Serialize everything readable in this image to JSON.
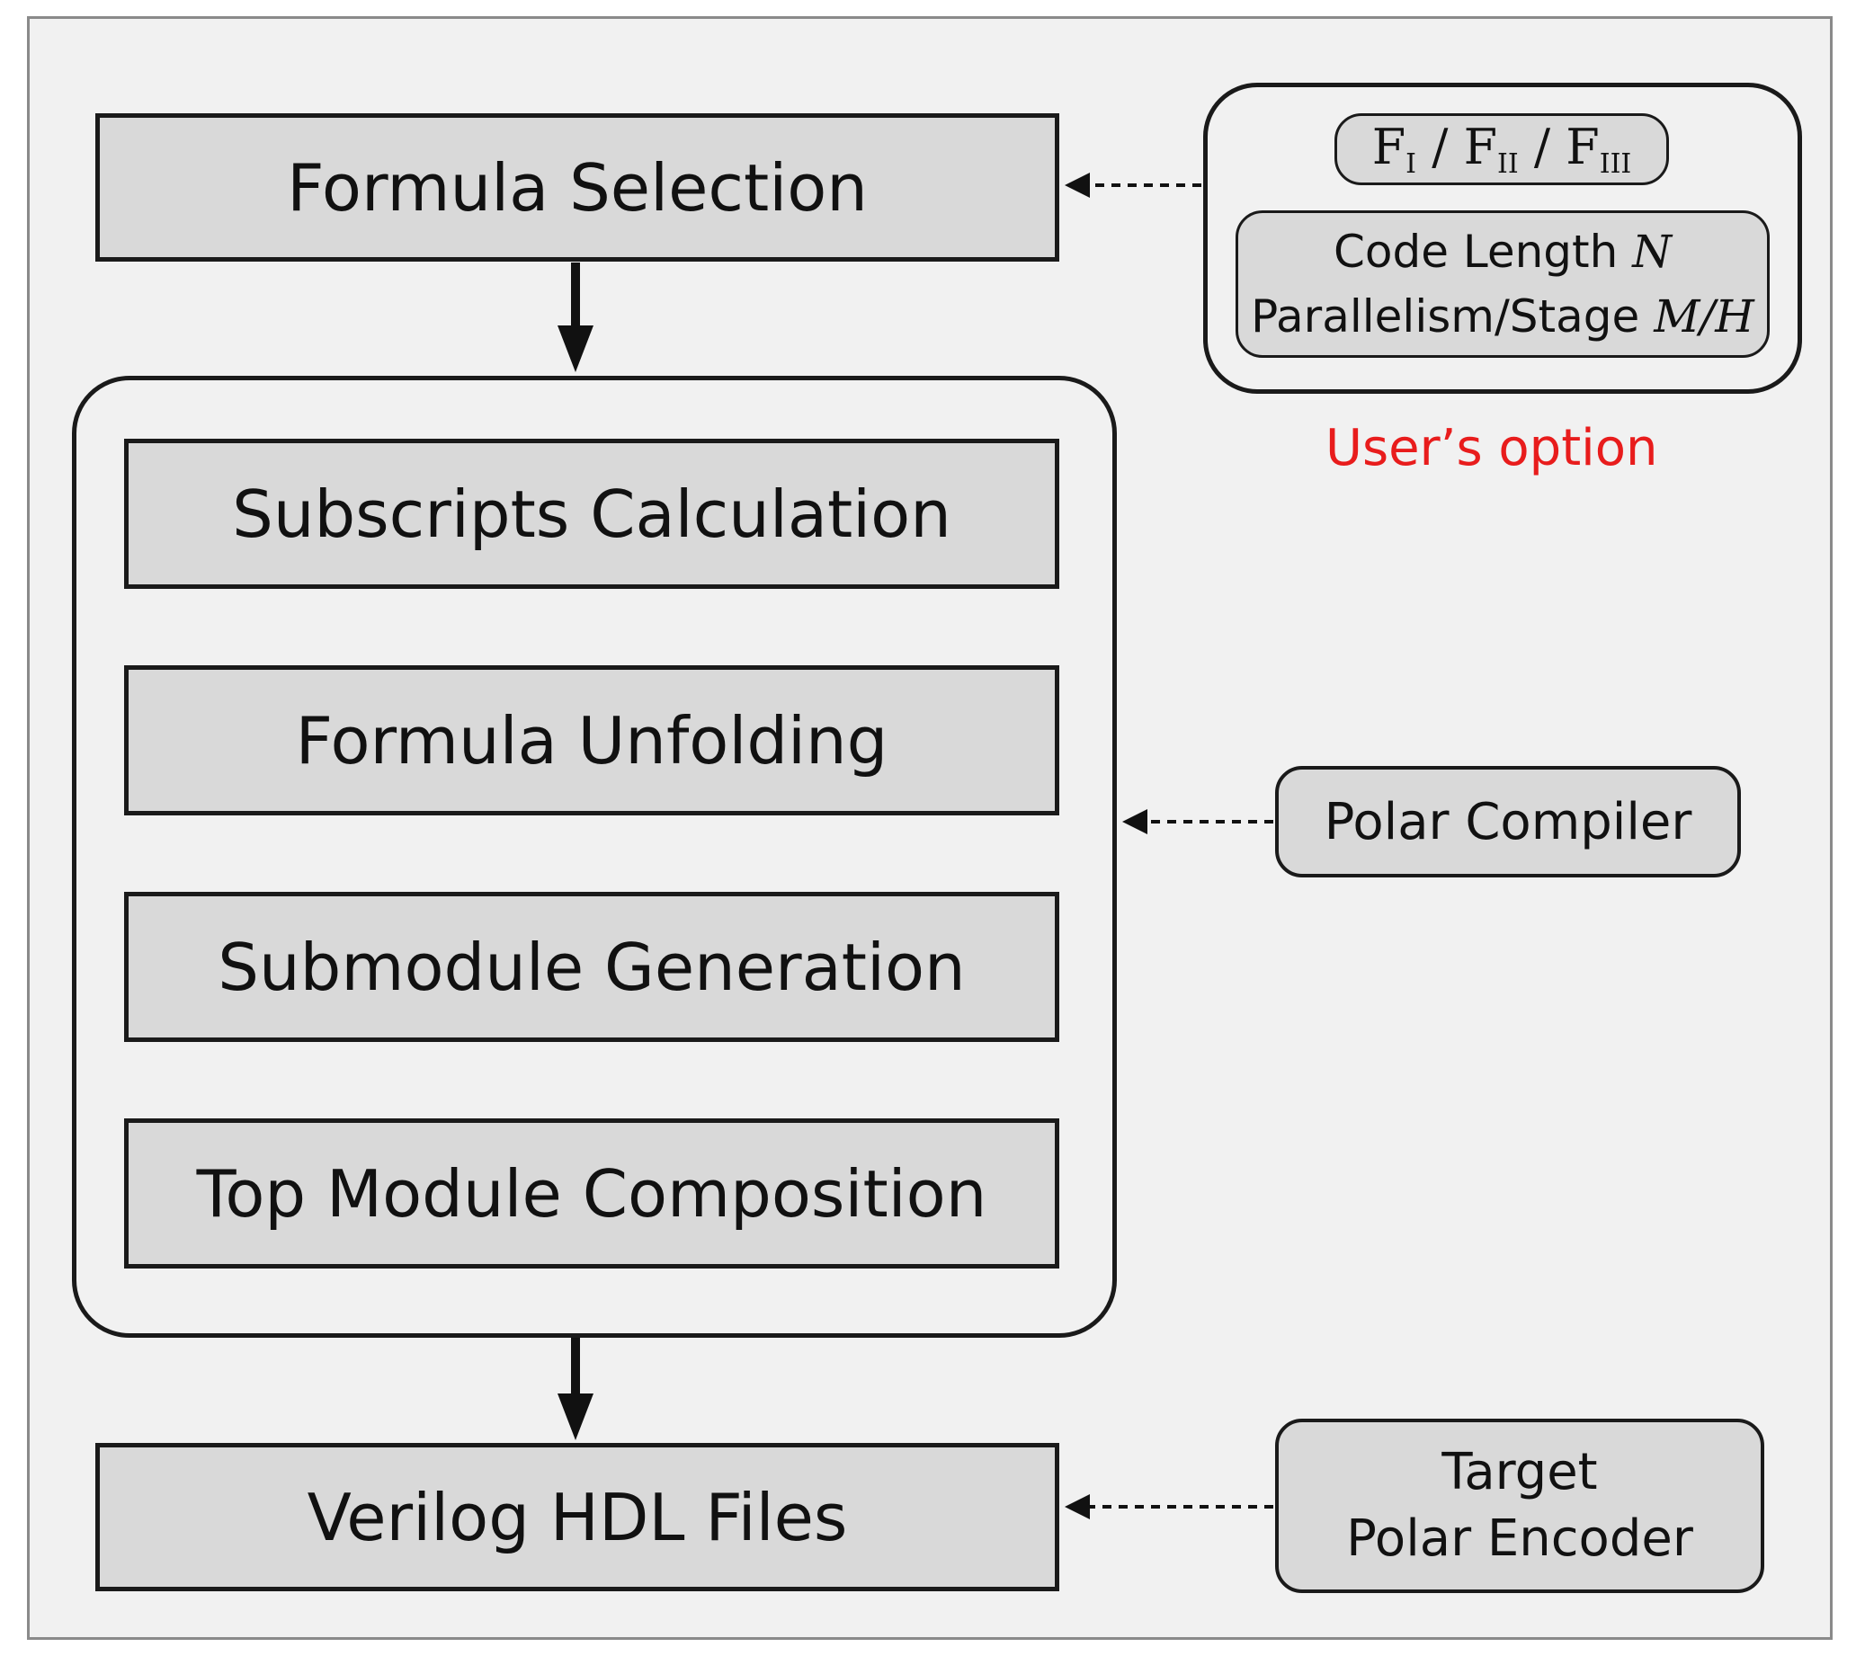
{
  "flow": {
    "formula_selection": "Formula Selection",
    "subscripts_calculation": "Subscripts Calculation",
    "formula_unfolding": "Formula Unfolding",
    "submodule_generation": "Submodule Generation",
    "top_module_composition": "Top Module Composition",
    "verilog_files": "Verilog HDL Files"
  },
  "options": {
    "formula_letter": "F",
    "sub_1": "I",
    "sub_2": "II",
    "sub_3": "III",
    "separator": " / ",
    "code_length_label": "Code Length",
    "code_length_var": "N",
    "parallelism_label": "Parallelism/Stage",
    "parallelism_var": "M/H",
    "caption": "User’s option"
  },
  "compiler": {
    "label": "Polar Compiler"
  },
  "target": {
    "line1": "Target",
    "line2": "Polar Encoder"
  },
  "colors": {
    "caption": "#e81c1c",
    "box_fill": "#d9d9d9",
    "background": "#f1f1f1"
  }
}
